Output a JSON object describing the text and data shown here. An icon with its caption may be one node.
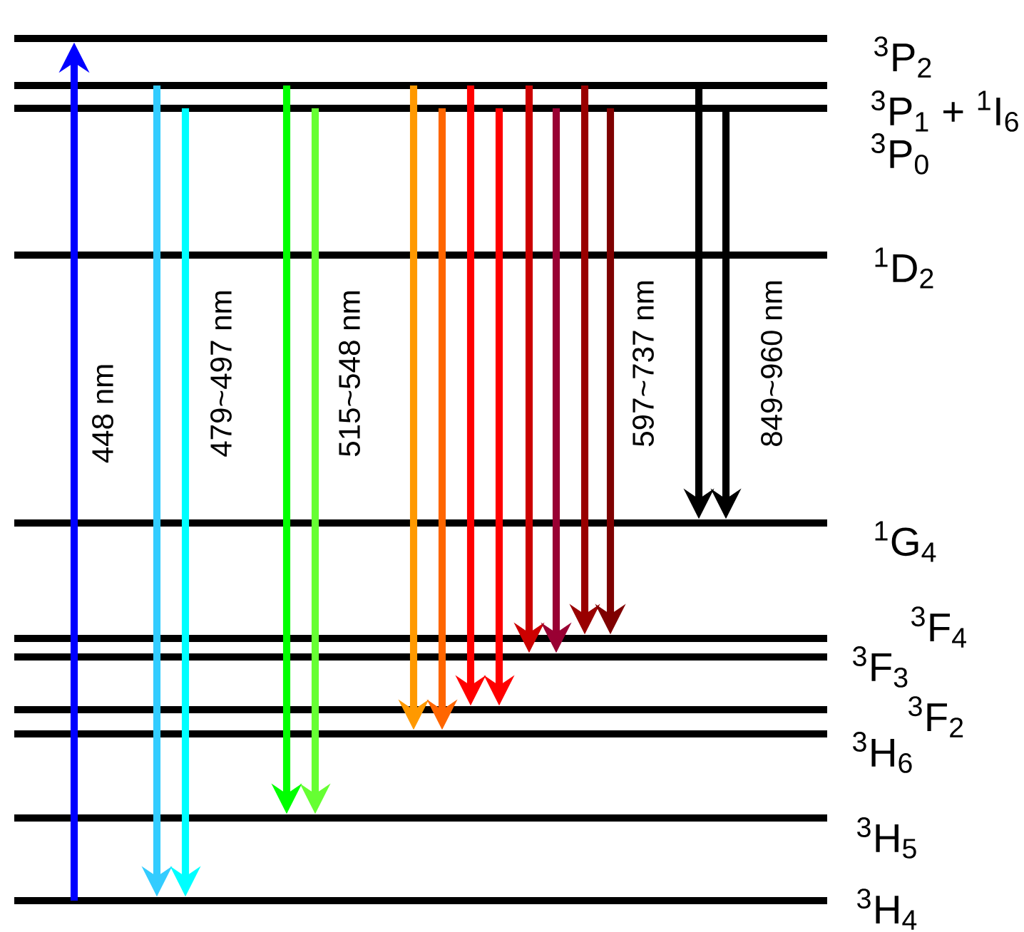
{
  "diagram": {
    "nodes": [
      {
        "text": [],
        "shape": "bar",
        "beside": [
          "$^{3}$P$_{2}$"
        ]
      },
      {
        "text": [],
        "shape": "bar",
        "beside": [
          "$^{3}$P$_{1}$ + $^{1}$I$_{6}$"
        ]
      },
      {
        "text": [],
        "shape": "bar",
        "beside": [
          "$^{3}$P$_{0}$"
        ]
      },
      {
        "text": [],
        "shape": "bar",
        "beside": [
          "$^{1}$D$_{2}$"
        ]
      },
      {
        "text": [],
        "shape": "bar",
        "beside": [
          "$^{1}$G$_{4}$"
        ]
      },
      {
        "text": [],
        "shape": "bar",
        "beside": [
          "$^{3}$F$_{4}$"
        ]
      },
      {
        "text": [],
        "shape": "bar",
        "beside": [
          "$^{3}$F$_{3}$"
        ]
      },
      {
        "text": [],
        "shape": "bar",
        "beside": [
          "$^{3}$F$_{2}$"
        ]
      },
      {
        "text": [],
        "shape": "bar",
        "beside": [
          "$^{3}$H$_{6}$"
        ]
      },
      {
        "text": [],
        "shape": "bar",
        "beside": [
          "$^{3}$H$_{5}$"
        ]
      },
      {
        "text": [],
        "shape": "bar",
        "beside": [
          "$^{3}$H$_{4}$"
        ]
      }
    ],
    "edges": [
      {
        "from": 10,
        "to": 0,
        "arrow": "to",
        "label": "448 nm",
        "color": "#0000ff"
      },
      {
        "from": 1,
        "to": 10,
        "arrow": "to",
        "color": "#33ccff"
      },
      {
        "from": 2,
        "to": 10,
        "arrow": "to",
        "label": "479~497 nm",
        "color": "#00ffff"
      },
      {
        "from": 1,
        "to": 9,
        "arrow": "to",
        "color": "#00ff00"
      },
      {
        "from": 2,
        "to": 9,
        "arrow": "to",
        "label": "515~548 nm",
        "color": "#66ff33"
      },
      {
        "from": 1,
        "to": 8,
        "arrow": "to",
        "color": "#ff9900"
      },
      {
        "from": 2,
        "to": 8,
        "arrow": "to",
        "color": "#ff6600"
      },
      {
        "from": 1,
        "to": 7,
        "arrow": "to",
        "color": "#ff0000"
      },
      {
        "from": 2,
        "to": 7,
        "arrow": "to",
        "color": "#ff0000"
      },
      {
        "from": 1,
        "to": 6,
        "arrow": "to",
        "color": "#cc0000"
      },
      {
        "from": 2,
        "to": 6,
        "arrow": "to",
        "color": "#990033"
      },
      {
        "from": 1,
        "to": 5,
        "arrow": "to",
        "color": "#990000"
      },
      {
        "from": 2,
        "to": 5,
        "arrow": "to",
        "label": "597~737 nm",
        "color": "#7f0000"
      },
      {
        "from": 1,
        "to": 4,
        "arrow": "to",
        "color": "#000000"
      },
      {
        "from": 2,
        "to": 4,
        "arrow": "to",
        "label": "849~960 nm",
        "color": "#000000"
      }
    ]
  }
}
